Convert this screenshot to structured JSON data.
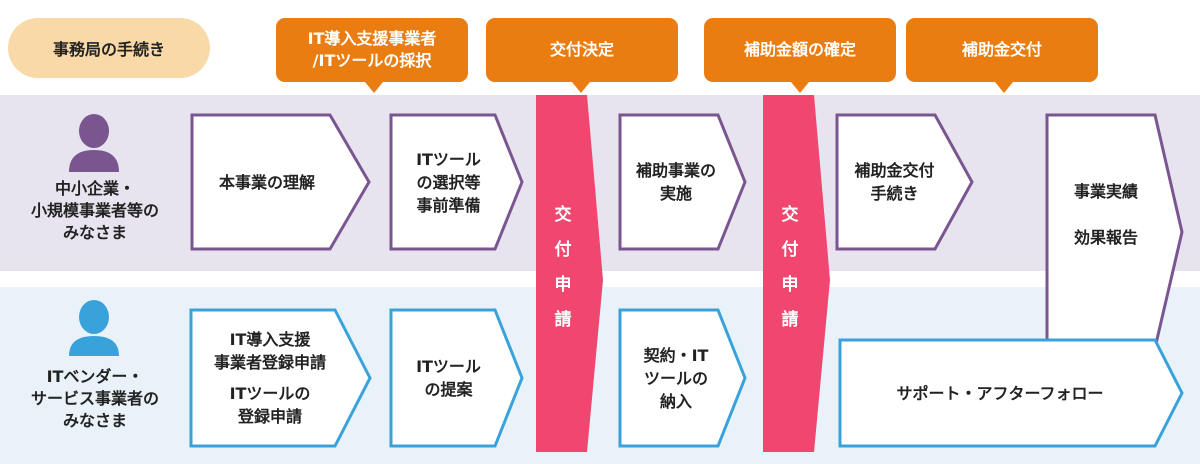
{
  "office_procedures": "事務局の手続き",
  "callouts": {
    "vendor_adoption": [
      "IT導入支援事業者",
      "/ITツールの採択"
    ],
    "grant_decision": "交付決定",
    "amount_confirmation": "補助金額の確定",
    "grant_payment": "補助金交付"
  },
  "actors": {
    "smb": [
      "中小企業・",
      "小規模事業者等の",
      "みなさま"
    ],
    "vendor": [
      "ITベンダー・",
      "サービス事業者の",
      "みなさま"
    ]
  },
  "smb_steps": {
    "understand": "本事業の理解",
    "select_tool": [
      "ITツール",
      "の選択等",
      "事前準備"
    ],
    "implement": [
      "補助事業の",
      "実施"
    ],
    "grant_procedure": [
      "補助金交付",
      "手続き"
    ],
    "report": [
      "事業実績",
      "効果報告"
    ]
  },
  "vendor_steps": {
    "register": [
      "IT導入支援",
      "事業者登録申請",
      "ITツールの",
      "登録申請"
    ],
    "propose": [
      "ITツール",
      "の提案"
    ],
    "contract": [
      "契約・IT",
      "ツールの",
      "納入"
    ],
    "support": "サポート・アフターフォロー"
  },
  "application": [
    "交",
    "付",
    "申",
    "請"
  ],
  "colors": {
    "purple": "#7a5690",
    "blue": "#3aa2db",
    "orange": "#e97d12",
    "pink": "#f0466f",
    "pill": "#f9d9a8"
  }
}
